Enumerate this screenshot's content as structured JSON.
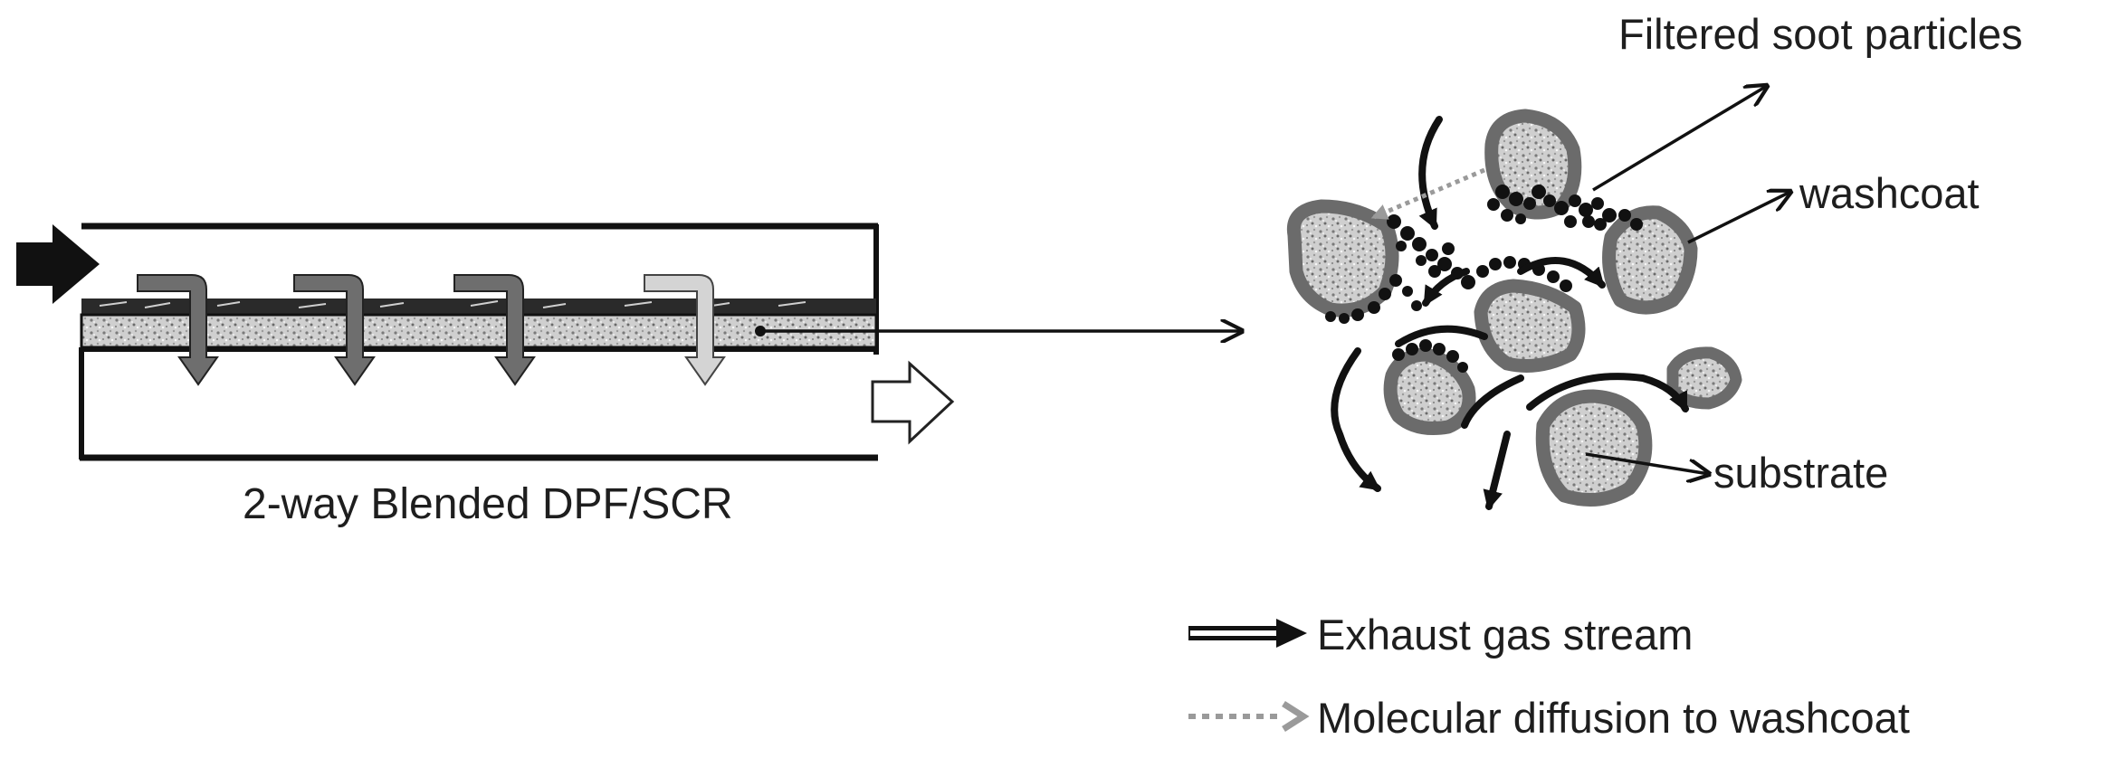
{
  "caption": "2-way Blended DPF/SCR",
  "labels": {
    "filtered_soot": "Filtered soot particles",
    "washcoat": "washcoat",
    "substrate": "substrate"
  },
  "legend": [
    {
      "label": "Exhaust gas stream",
      "style": "solid-black-arrow"
    },
    {
      "label": "Molecular diffusion to washcoat",
      "style": "dotted-gray-arrow"
    }
  ],
  "colors": {
    "ink": "#111111",
    "washcoat_shell": "#6b6b6b",
    "substrate_fill": "#c9c9c9",
    "flow_arrow_dark": "#6e6e6e",
    "flow_arrow_light": "#d4d4d4",
    "diffusion": "#9a9a9a"
  }
}
